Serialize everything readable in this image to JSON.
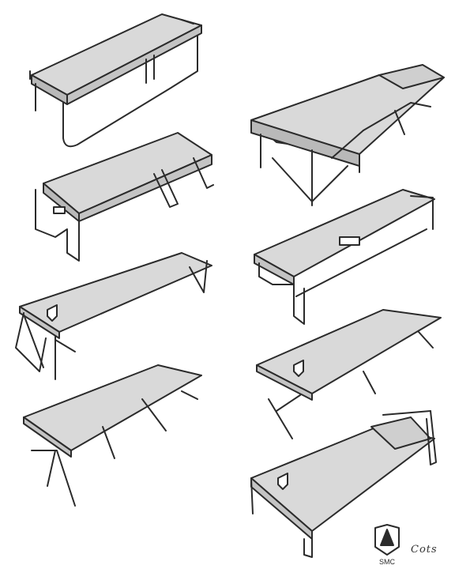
{
  "signature": "Cots",
  "logo": {
    "text": "SMC",
    "icon": "smc-shield-logo"
  },
  "sketches": [
    {
      "id": "cot-tube-frame",
      "description_icon": "cot-icon"
    },
    {
      "id": "cot-folding-angled",
      "description_icon": "cot-icon"
    },
    {
      "id": "cot-canvas-logo",
      "description_icon": "cot-icon"
    },
    {
      "id": "cot-canvas-splayed",
      "description_icon": "cot-icon"
    },
    {
      "id": "cot-padded-x-frame",
      "description_icon": "cot-icon"
    },
    {
      "id": "cot-stretcher-rails",
      "description_icon": "cot-icon"
    },
    {
      "id": "cot-canvas-x-legs",
      "description_icon": "cot-icon"
    },
    {
      "id": "cot-bed-pillow",
      "description_icon": "cot-icon"
    }
  ],
  "colors": {
    "fill": "#d9d9d9",
    "line": "#2b2b2b",
    "shade": "#b9b9b9"
  }
}
